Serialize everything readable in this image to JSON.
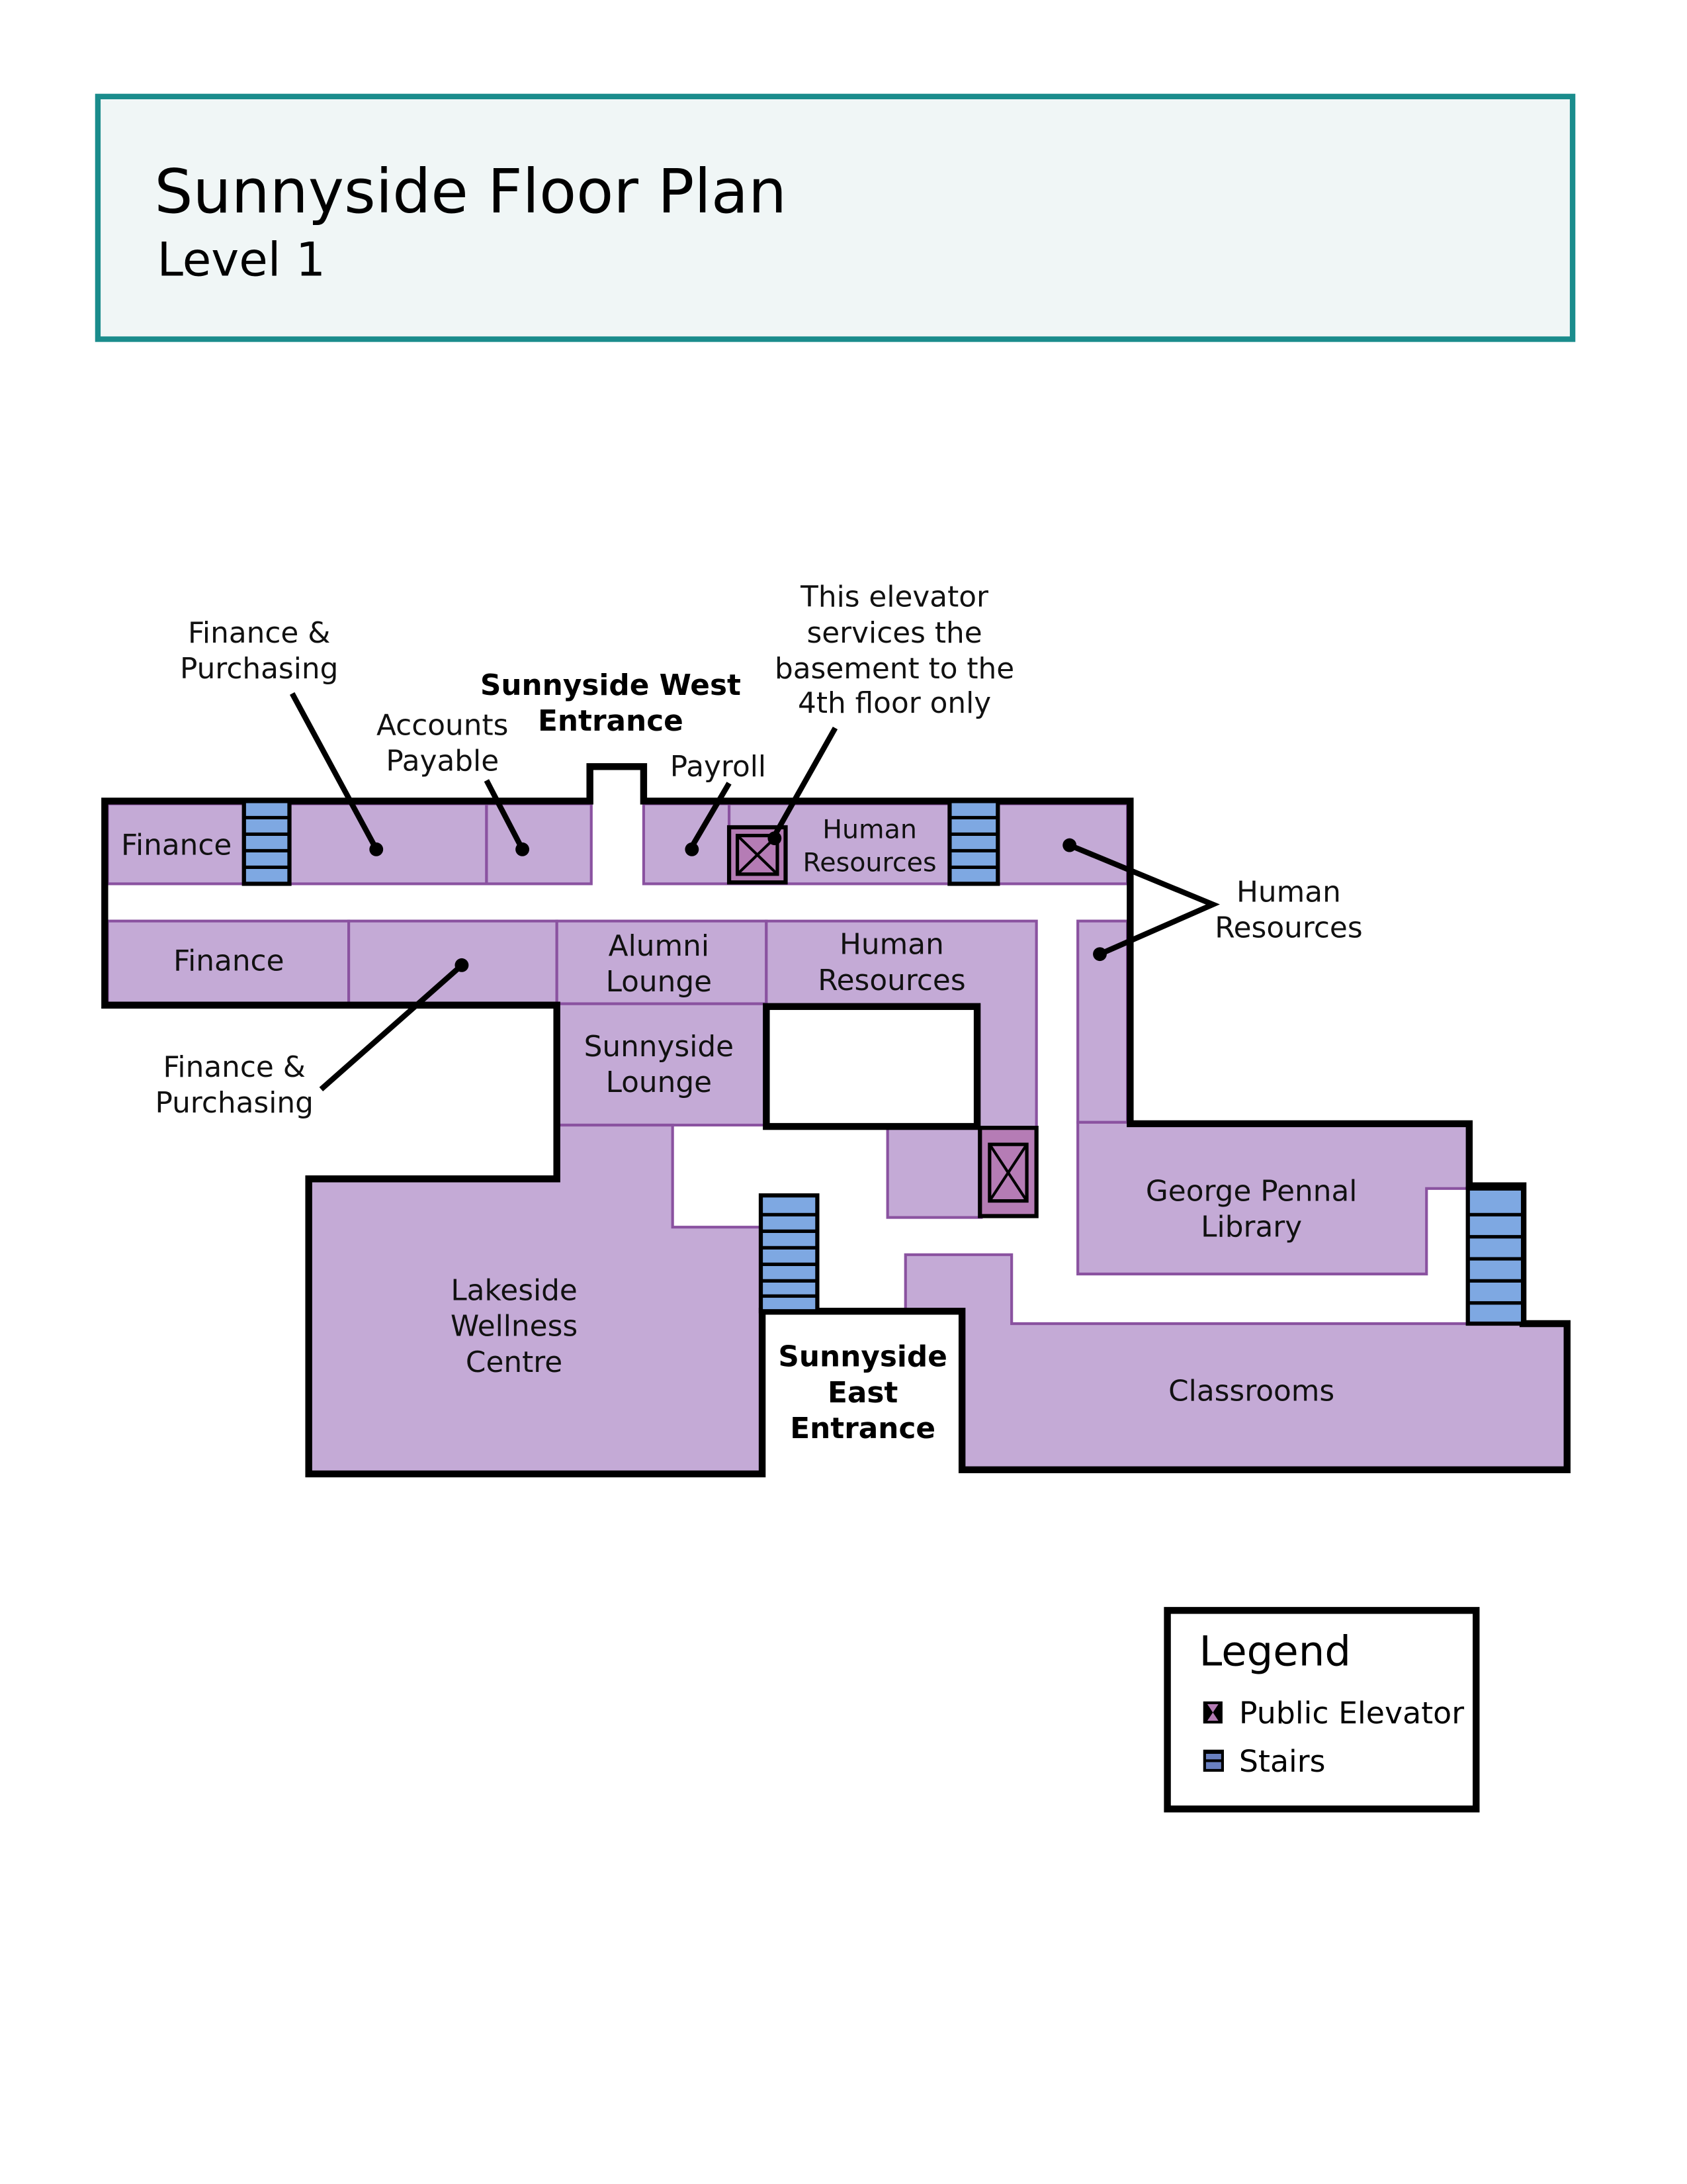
{
  "header": {
    "title": "Sunnyside Floor Plan",
    "subtitle": "Level 1",
    "border_color": "#1a8c8c",
    "background_color": "#f0f6f6"
  },
  "colors": {
    "room_fill": "#c4aad6",
    "room_stroke": "#8a52a0",
    "stairs": "#7ea8e2",
    "elevator": "#b57cb5",
    "walls": "#000000"
  },
  "rooms": {
    "finance_top": "Finance",
    "finance_bottom": "Finance",
    "alumni_lounge": [
      "Alumni",
      "Lounge"
    ],
    "hr_center": [
      "Human",
      "Resources"
    ],
    "hr_top": [
      "Human",
      "Resources"
    ],
    "sunnyside_lounge": [
      "Sunnyside",
      "Lounge"
    ],
    "lakeside": [
      "Lakeside",
      "Wellness",
      "Centre"
    ],
    "library": [
      "George Pennal",
      "Library"
    ],
    "classrooms": "Classrooms"
  },
  "callouts": {
    "finance_purchasing_top": [
      "Finance &",
      "Purchasing"
    ],
    "accounts_payable": [
      "Accounts",
      "Payable"
    ],
    "west_entrance": [
      "Sunnyside West",
      "Entrance"
    ],
    "payroll": "Payroll",
    "elevator_note": [
      "This elevator",
      "services the",
      "basement to the",
      "4th floor only"
    ],
    "hr_right": [
      "Human",
      "Resources"
    ],
    "finance_purchasing_bottom": [
      "Finance &",
      "Purchasing"
    ],
    "east_entrance": [
      "Sunnyside",
      "East",
      "Entrance"
    ]
  },
  "legend": {
    "title": "Legend",
    "items": [
      {
        "icon": "elevator-icon",
        "label": "Public Elevator"
      },
      {
        "icon": "stairs-icon",
        "label": "Stairs"
      }
    ]
  }
}
